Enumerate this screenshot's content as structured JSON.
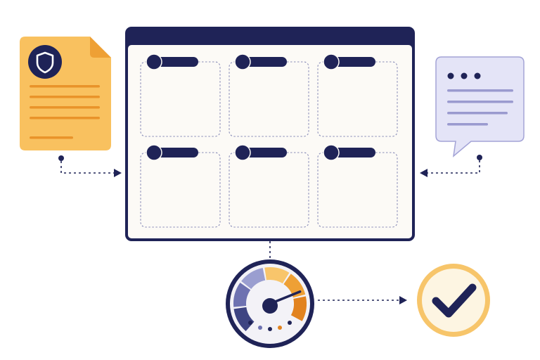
{
  "colors": {
    "navy": "#1f2357",
    "panel_bg": "#fcfaf6",
    "doc_fill": "#f9c15f",
    "doc_fold": "#eea035",
    "doc_line": "#e9932a",
    "chat_fill": "#e4e4f7",
    "chat_stroke": "#a3a3d6",
    "chat_line": "#9a9acf",
    "card_border": "#8a8db8",
    "gauge_face": "#f3f2f7",
    "gauge_purple_dark": "#3e4482",
    "gauge_purple_mid": "#6e72b1",
    "gauge_purple_light": "#9a9ed0",
    "gauge_orange_light": "#f8c56b",
    "gauge_orange_mid": "#eea035",
    "gauge_orange_dark": "#e2831f",
    "check_ring": "#f7c56a",
    "check_fill": "#fdf5e2",
    "white": "#ffffff"
  },
  "icons": {
    "document": "shield-document-icon",
    "shield": "shield-icon",
    "chat": "chat-bubble-icon",
    "gauge": "speedometer-gauge-icon",
    "check": "checkmark-icon"
  },
  "dashboard": {
    "card_count": 6,
    "columns": 3,
    "rows": 2
  },
  "gauge": {
    "segments": 6,
    "needle_level": 0.8
  }
}
